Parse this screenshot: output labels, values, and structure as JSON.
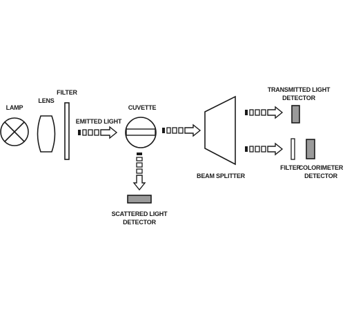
{
  "labels": {
    "lamp": "LAMP",
    "lens": "LENS",
    "filter1": "FILTER",
    "emitted_light": "EMITTED LIGHT",
    "cuvette": "CUVETTE",
    "scattered_line1": "SCATTERED LIGHT",
    "scattered_line2": "DETECTOR",
    "beam_splitter": "BEAM SPLITTER",
    "transmitted_line1": "TRANSMITTED LIGHT",
    "transmitted_line2": "DETECTOR",
    "filter2": "FILTER",
    "colorimeter_line1": "COLORIMETER",
    "colorimeter_line2": "DETECTOR"
  },
  "colors": {
    "ink": "#1a1a1a",
    "detector_fill": "#9a9a9a",
    "background": "#ffffff"
  }
}
